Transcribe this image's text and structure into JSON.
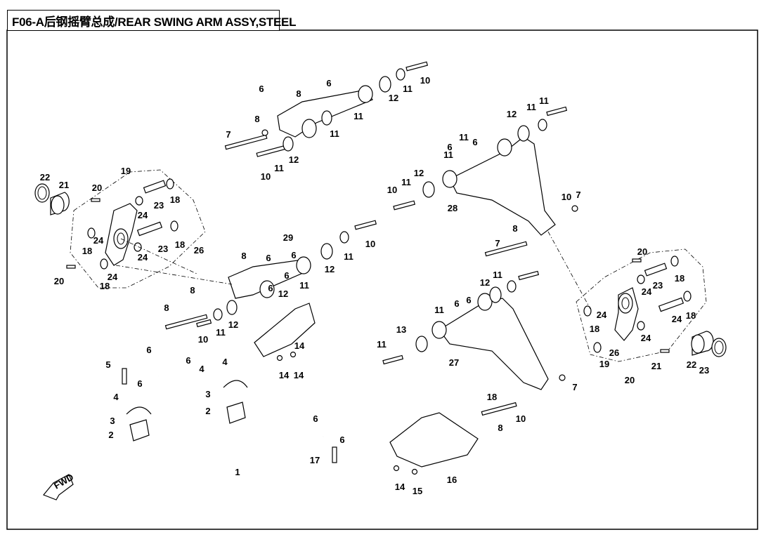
{
  "title": "F06-A后钢摇臂总成/REAR SWING ARM ASSY,STEEL",
  "fwd_label": "FWD",
  "callouts": [
    "1",
    "2",
    "2",
    "3",
    "3",
    "4",
    "4",
    "4",
    "5",
    "6",
    "6",
    "6",
    "6",
    "6",
    "6",
    "6",
    "6",
    "6",
    "6",
    "6",
    "6",
    "6",
    "6",
    "6",
    "7",
    "7",
    "7",
    "7",
    "8",
    "8",
    "8",
    "8",
    "8",
    "8",
    "8",
    "10",
    "10",
    "10",
    "10",
    "10",
    "10",
    "10",
    "11",
    "11",
    "11",
    "11",
    "11",
    "11",
    "11",
    "11",
    "11",
    "11",
    "11",
    "11",
    "11",
    "11",
    "11",
    "12",
    "12",
    "12",
    "12",
    "12",
    "12",
    "12",
    "12",
    "13",
    "14",
    "14",
    "14",
    "14",
    "15",
    "16",
    "17",
    "18",
    "18",
    "18",
    "18",
    "18",
    "18",
    "18",
    "18",
    "19",
    "19",
    "20",
    "20",
    "20",
    "20",
    "21",
    "21",
    "22",
    "22",
    "23",
    "23",
    "23",
    "23",
    "24",
    "24",
    "24",
    "24",
    "24",
    "24",
    "24",
    "24",
    "26",
    "26",
    "27",
    "28",
    "29"
  ]
}
